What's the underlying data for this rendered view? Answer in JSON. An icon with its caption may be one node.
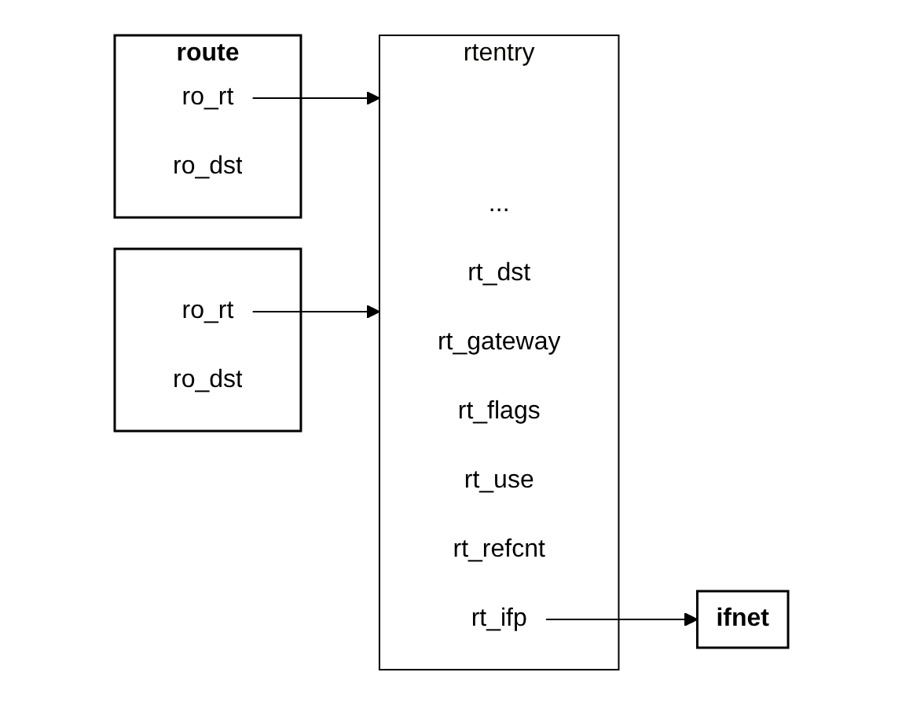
{
  "diagram": {
    "nodes": [
      {
        "text": [
          "route"
        ]
      },
      {
        "text": [
          "ro_rt"
        ],
        "in": 0
      },
      {
        "text": [
          "ro_dst"
        ],
        "in": 0
      },
      {
        "text": [],
        "shape": "box"
      },
      {
        "text": [
          "ro_rt"
        ],
        "in": 3
      },
      {
        "text": [
          "ro_dst"
        ],
        "in": 3
      },
      {
        "text": [
          "rtentry"
        ]
      },
      {
        "text": [
          "..."
        ],
        "in": 6
      },
      {
        "text": [
          "rt_dst"
        ],
        "in": 6
      },
      {
        "text": [
          "rt_gateway"
        ],
        "in": 6
      },
      {
        "text": [
          "rt_flags"
        ],
        "in": 6
      },
      {
        "text": [
          "rt_use"
        ],
        "in": 6
      },
      {
        "text": [
          "rt_refcnt"
        ],
        "in": 6
      },
      {
        "text": [
          "rt_ifp"
        ],
        "in": 6
      },
      {
        "text": [
          "ifnet"
        ]
      }
    ],
    "edges": [
      {
        "from": 1,
        "to": 6,
        "arrow": "to"
      },
      {
        "from": 4,
        "to": 6,
        "arrow": "to"
      },
      {
        "from": 13,
        "to": 14,
        "arrow": "to"
      }
    ]
  }
}
